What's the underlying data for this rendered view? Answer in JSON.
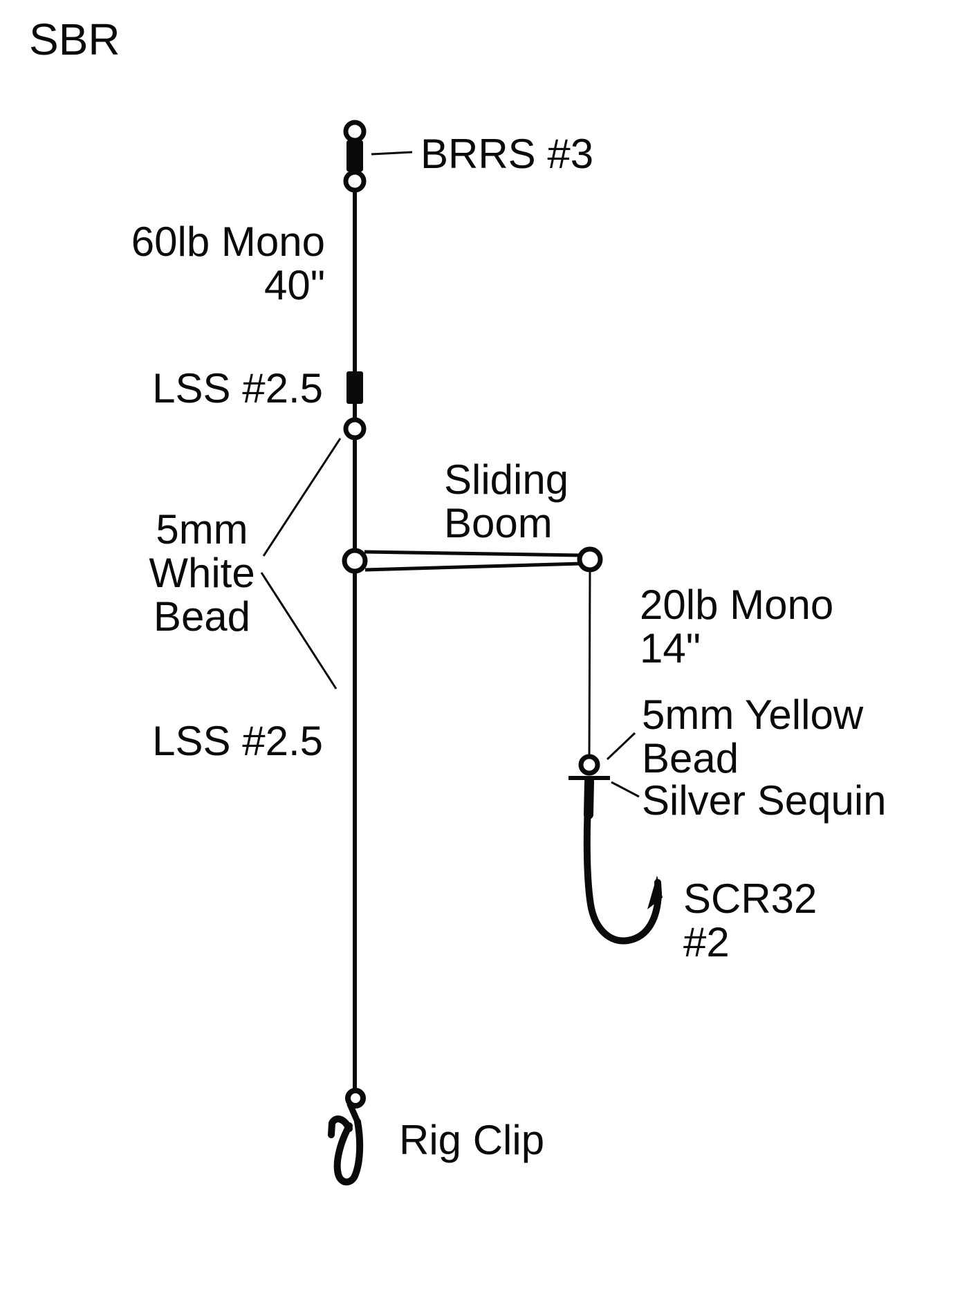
{
  "title": "SBR",
  "colors": {
    "ink": "#0a0a0a",
    "paper": "#ffffff"
  },
  "components": {
    "top_swivel": {
      "label": "BRRS #3"
    },
    "main_line": {
      "label_lines": [
        "60lb Mono",
        "40\""
      ]
    },
    "upper_link_swivel": {
      "label": "LSS #2.5"
    },
    "white_beads": {
      "label_lines": [
        "5mm",
        "White",
        "Bead"
      ]
    },
    "boom": {
      "label_lines": [
        "Sliding",
        "Boom"
      ]
    },
    "snood_line": {
      "label_lines": [
        "20lb Mono",
        "14\""
      ]
    },
    "lower_link_swivel": {
      "label": "LSS #2.5"
    },
    "yellow_bead": {
      "label_lines": [
        "5mm Yellow",
        "Bead"
      ]
    },
    "sequin": {
      "label": "Silver Sequin"
    },
    "hook": {
      "label_lines": [
        "SCR32",
        "#2"
      ]
    },
    "rig_clip": {
      "label": "Rig Clip"
    }
  }
}
